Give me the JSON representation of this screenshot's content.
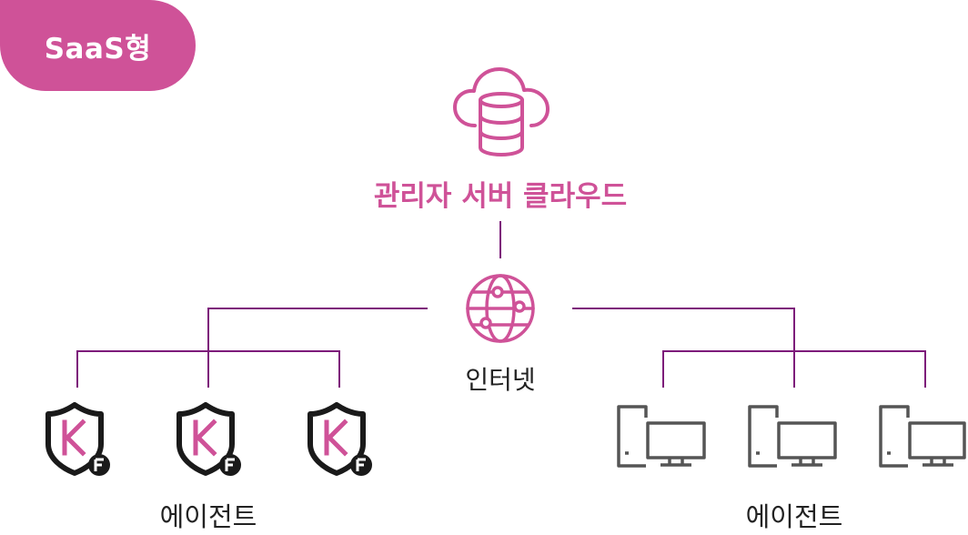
{
  "badge": {
    "label": "SaaS형"
  },
  "cloud": {
    "label": "관리자 서버 클라우드",
    "icon": "cloud-database-icon"
  },
  "internet": {
    "label": "인터넷",
    "icon": "globe-network-icon"
  },
  "agents_left": {
    "label": "에이전트",
    "icon": "shield-k-icon",
    "count": 3
  },
  "agents_right": {
    "label": "에이전트",
    "icon": "desktop-computer-icon",
    "count": 3
  },
  "colors": {
    "accent": "#cf5298",
    "line": "#7d1a7a",
    "device": "#555555",
    "shield": "#1a1a1a"
  }
}
